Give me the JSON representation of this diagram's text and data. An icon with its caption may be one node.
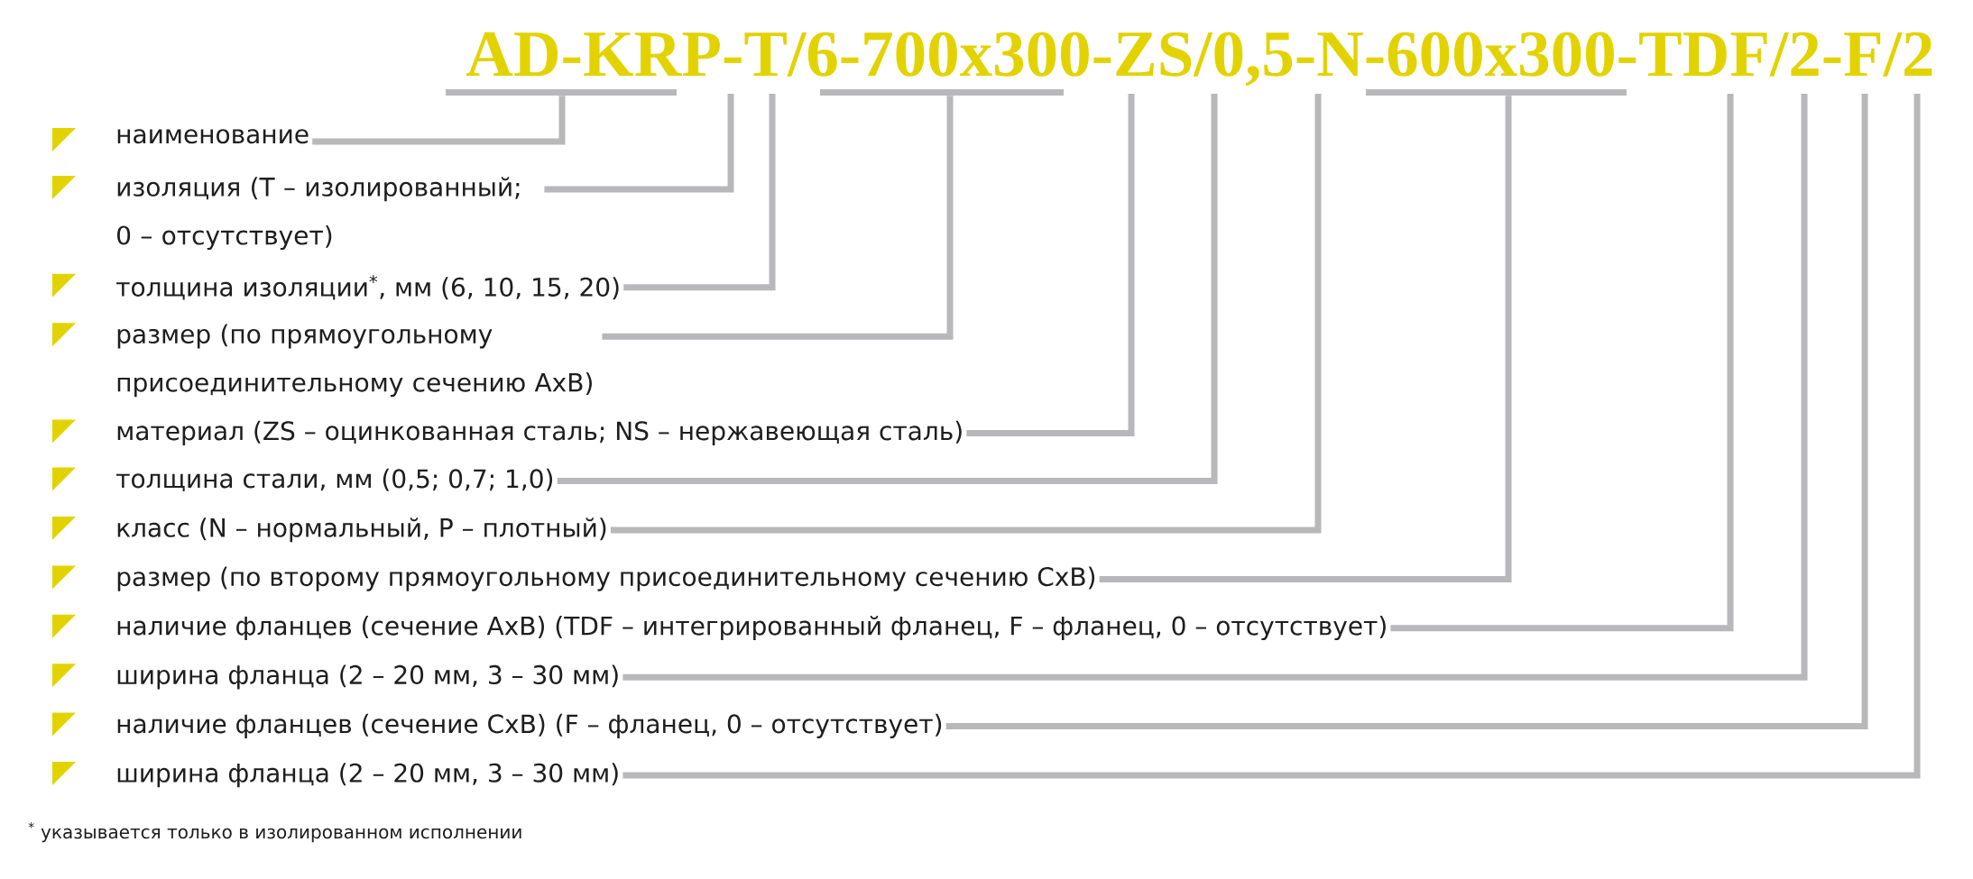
{
  "diagram": {
    "title": "AD-KRP-T/6-700x300-ZS/0,5-N-600x300-TDF/2-F/2",
    "nodes": [
      {
        "text": [
          "наименование"
        ]
      },
      {
        "text": [
          "изоляция (T – изолированный; 0 – отсутствует)"
        ]
      },
      {
        "text": [
          "толщина изоляции$^{*}$, мм (6, 10, 15, 20)"
        ]
      },
      {
        "text": [
          "размер (по прямоугольному присоединительному сечению AxB)"
        ]
      },
      {
        "text": [
          "материал (ZS – оцинкованная сталь; NS – нержавеющая сталь)"
        ]
      },
      {
        "text": [
          "толщина стали, мм (0,5; 0,7; 1,0)"
        ]
      },
      {
        "text": [
          "класс (N – нормальный, P – плотный)"
        ]
      },
      {
        "text": [
          "размер (по второму прямоугольному присоединительному сечению CxB)"
        ]
      },
      {
        "text": [
          "наличие фланцев (сечение AxB) (TDF – интегрированный фланец, F – фланец, 0 – отсутствует)"
        ]
      },
      {
        "text": [
          "ширина фланца (2 – 20 мм, 3 – 30 мм)"
        ]
      },
      {
        "text": [
          "наличие фланцев (сечение CxB) (F – фланец, 0 – отсутствует)"
        ]
      },
      {
        "text": [
          "ширина фланца (2 – 20 мм, 3 – 30 мм)"
        ]
      },
      {
        "text": [],
        "shape": "bar"
      },
      {
        "text": [],
        "shape": "bar"
      },
      {
        "text": [],
        "shape": "bar"
      }
    ],
    "edges": [
      {
        "from": 0,
        "to": 12,
        "arrow": "none"
      },
      {
        "from": 1,
        "to": null,
        "arrow": "none"
      },
      {
        "from": 2,
        "to": null,
        "arrow": "none"
      },
      {
        "from": 3,
        "to": 13,
        "arrow": "none"
      },
      {
        "from": 4,
        "to": null,
        "arrow": "none"
      },
      {
        "from": 5,
        "to": null,
        "arrow": "none"
      },
      {
        "from": 6,
        "to": null,
        "arrow": "none"
      },
      {
        "from": 7,
        "to": 14,
        "arrow": "none"
      },
      {
        "from": 8,
        "to": null,
        "arrow": "none"
      },
      {
        "from": 9,
        "to": null,
        "arrow": "none"
      },
      {
        "from": 10,
        "to": null,
        "arrow": "none"
      },
      {
        "from": 11,
        "to": null,
        "arrow": "none"
      }
    ],
    "labels": [
      "$^{*}$ указывается только в изолированном исполнении"
    ]
  }
}
